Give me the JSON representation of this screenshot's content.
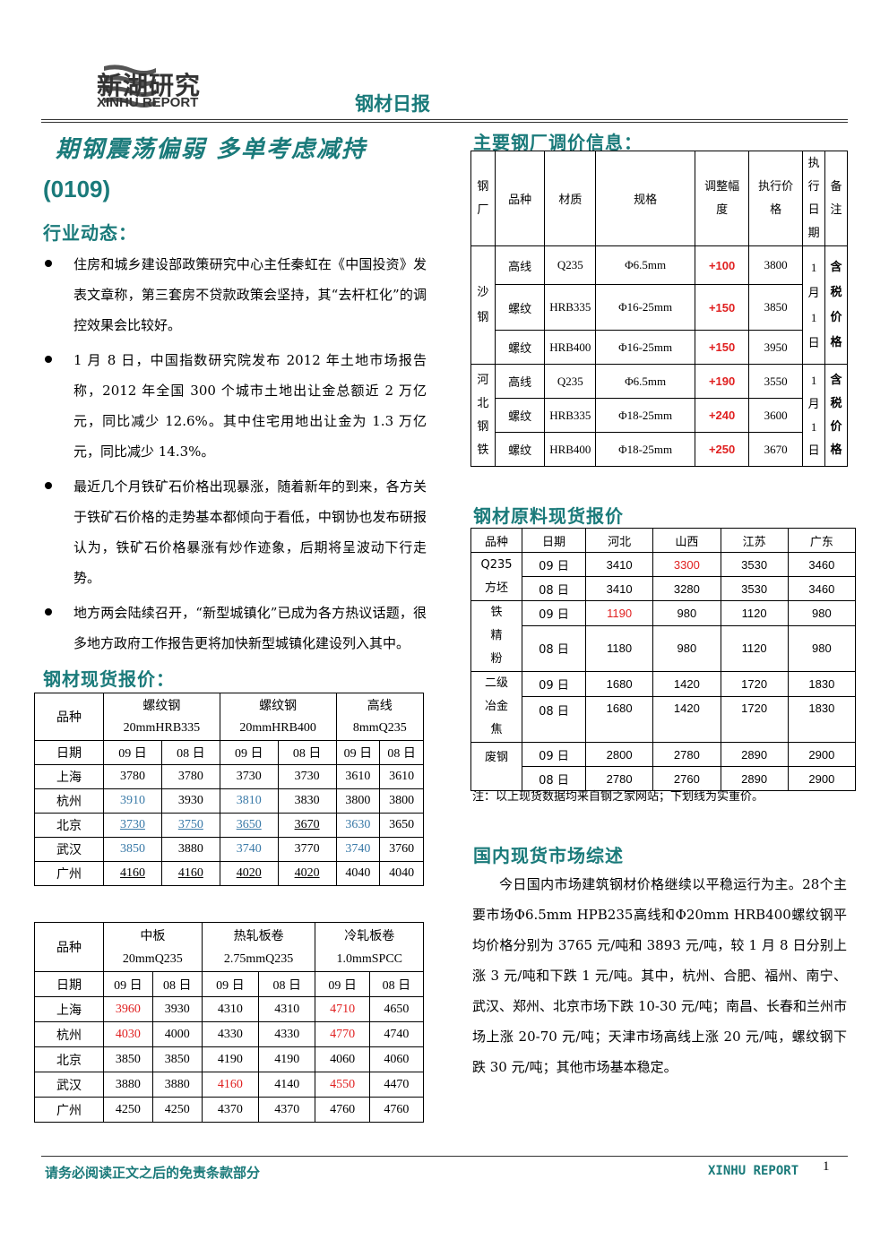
{
  "header": {
    "logo_cn": "新湖研究",
    "logo_en": "XINHU REPORT",
    "report_type": "钢材日报"
  },
  "title": {
    "main": "期钢震荡偏弱  多单考虑减持",
    "date": "(0109)"
  },
  "industry": {
    "heading": "行业动态：",
    "bullets": [
      "住房和城乡建设部政策研究中心主任秦虹在《中国投资》发表文章称，第三套房不贷款政策会坚持，其“去杆杠化”的调控效果会比较好。",
      "1 月 8 日，中国指数研究院发布 2012 年土地市场报告称，2012 年全国 300 个城市土地出让金总额近 2 万亿元，同比减少 12.6%。其中住宅用地出让金为 1.3 万亿元，同比减少 14.3%。",
      "最近几个月铁矿石价格出现暴涨，随着新年的到来，各方关于铁矿石价格的走势基本都倾向于看低，中钢协也发布研报认为，铁矿石价格暴涨有炒作迹象，后期将呈波动下行走势。",
      "地方两会陆续召开，“新型城镇化”已成为各方热议话题，很多地方政府工作报告更将加快新型城镇化建设列入其中。"
    ]
  },
  "spot": {
    "heading": "钢材现货报价：",
    "table1": {
      "label_variety": "品种",
      "label_date": "日期",
      "groups": [
        {
          "name": "螺纹钢",
          "spec": "20mmHRB335"
        },
        {
          "name": "螺纹钢",
          "spec": "20mmHRB400"
        },
        {
          "name": "高线",
          "spec": "8mmQ235"
        }
      ],
      "dates": [
        "09 日",
        "08 日",
        "09 日",
        "08 日",
        "09 日",
        "08 日"
      ],
      "rows": [
        {
          "city": "上海",
          "v": [
            "3780",
            "3780",
            "3730",
            "3730",
            "3610",
            "3610"
          ]
        },
        {
          "city": "杭州",
          "v": [
            "3910",
            "3930",
            "3810",
            "3830",
            "3800",
            "3800"
          ]
        },
        {
          "city": "北京",
          "v": [
            "3730",
            "3750",
            "3650",
            "3670",
            "3630",
            "3650"
          ]
        },
        {
          "city": "武汉",
          "v": [
            "3850",
            "3880",
            "3740",
            "3770",
            "3740",
            "3760"
          ]
        },
        {
          "city": "广州",
          "v": [
            "4160",
            "4160",
            "4020",
            "4020",
            "4040",
            "4040"
          ]
        }
      ]
    },
    "table2": {
      "label_variety": "品种",
      "label_date": "日期",
      "groups": [
        {
          "name": "中板",
          "spec": "20mmQ235"
        },
        {
          "name": "热轧板卷",
          "spec": "2.75mmQ235"
        },
        {
          "name": "冷轧板卷",
          "spec": "1.0mmSPCC"
        }
      ],
      "dates": [
        "09 日",
        "08 日",
        "09 日",
        "08 日",
        "09 日",
        "08 日"
      ],
      "rows": [
        {
          "city": "上海",
          "v": [
            "3960",
            "3930",
            "4310",
            "4310",
            "4710",
            "4650"
          ]
        },
        {
          "city": "杭州",
          "v": [
            "4030",
            "4000",
            "4330",
            "4330",
            "4770",
            "4740"
          ]
        },
        {
          "city": "北京",
          "v": [
            "3850",
            "3850",
            "4190",
            "4190",
            "4060",
            "4060"
          ]
        },
        {
          "city": "武汉",
          "v": [
            "3880",
            "3880",
            "4160",
            "4140",
            "4550",
            "4470"
          ]
        },
        {
          "city": "广州",
          "v": [
            "4250",
            "4250",
            "4370",
            "4370",
            "4760",
            "4760"
          ]
        }
      ]
    }
  },
  "adjust": {
    "heading": "主要钢厂调价信息：",
    "headers": {
      "mill": "钢厂",
      "variety": "品种",
      "material": "材质",
      "spec": "规格",
      "change": "调整幅度",
      "price": "执行价格",
      "exec_date": "执行日期",
      "remark": "备注"
    },
    "groups": [
      {
        "mill": "沙钢",
        "date": "1月1日",
        "remark": "含税价格",
        "rows": [
          {
            "variety": "高线",
            "material": "Q235",
            "spec": "Φ6.5mm",
            "change": "+100",
            "price": "3800"
          },
          {
            "variety": "螺纹",
            "material": "HRB335",
            "spec": "Φ16-25mm",
            "change": "+150",
            "price": "3850"
          },
          {
            "variety": "螺纹",
            "material": "HRB400",
            "spec": "Φ16-25mm",
            "change": "+150",
            "price": "3950"
          }
        ]
      },
      {
        "mill": "河北钢铁",
        "date": "1月1日",
        "remark": "含税价格",
        "rows": [
          {
            "variety": "高线",
            "material": "Q235",
            "spec": "Φ6.5mm",
            "change": "+190",
            "price": "3550"
          },
          {
            "variety": "螺纹",
            "material": "HRB335",
            "spec": "Φ18-25mm",
            "change": "+240",
            "price": "3600"
          },
          {
            "variety": "螺纹",
            "material": "HRB400",
            "spec": "Φ18-25mm",
            "change": "+250",
            "price": "3670"
          }
        ]
      }
    ]
  },
  "raw": {
    "heading": "钢材原料现货报价",
    "headers": [
      "品种",
      "日期",
      "河北",
      "山西",
      "江苏",
      "广东"
    ],
    "groups": [
      {
        "name": "Q235方坯",
        "rows": [
          {
            "date": "09 日",
            "v": [
              "3410",
              "3300",
              "3530",
              "3460"
            ]
          },
          {
            "date": "08 日",
            "v": [
              "3410",
              "3280",
              "3530",
              "3460"
            ]
          }
        ]
      },
      {
        "name": "铁精粉",
        "rows": [
          {
            "date": "09 日",
            "v": [
              "1190",
              "980",
              "1120",
              "980"
            ]
          },
          {
            "date": "08 日",
            "v": [
              "1180",
              "980",
              "1120",
              "980"
            ]
          }
        ]
      },
      {
        "name": "二级冶金焦",
        "rows": [
          {
            "date": "09 日",
            "v": [
              "1680",
              "1420",
              "1720",
              "1830"
            ]
          },
          {
            "date": "08 日",
            "v": [
              "1680",
              "1420",
              "1720",
              "1830"
            ]
          }
        ]
      },
      {
        "name": "废钢",
        "rows": [
          {
            "date": "09 日",
            "v": [
              "2800",
              "2780",
              "2890",
              "2900"
            ]
          },
          {
            "date": "08 日",
            "v": [
              "2780",
              "2760",
              "2890",
              "2900"
            ]
          }
        ]
      }
    ],
    "note": "注：以上现货数据均来自钢之家网站；下划线为实重价。"
  },
  "market": {
    "heading": "国内现货市场综述",
    "text": "今日国内市场建筑钢材价格继续以平稳运行为主。28个主要市场Φ6.5mm HPB235高线和Φ20mm HRB400螺纹钢平均价格分别为 3765 元/吨和 3893 元/吨，较 1 月 8 日分别上涨 3 元/吨和下跌 1 元/吨。其中，杭州、合肥、福州、南宁、武汉、郑州、北京市场下跌 10-30 元/吨；南昌、长春和兰州市场上涨 20-70 元/吨；天津市场高线上涨 20 元/吨，螺纹钢下跌 30 元/吨；其他市场基本稳定。"
  },
  "footer": {
    "disclaimer": "请务必阅读正文之后的免责条款部分",
    "brand": "XINHU REPORT",
    "page": "1"
  },
  "colors": {
    "accent": "#1a7a7a",
    "red": "#e02020",
    "blue": "#3a7aa8"
  }
}
